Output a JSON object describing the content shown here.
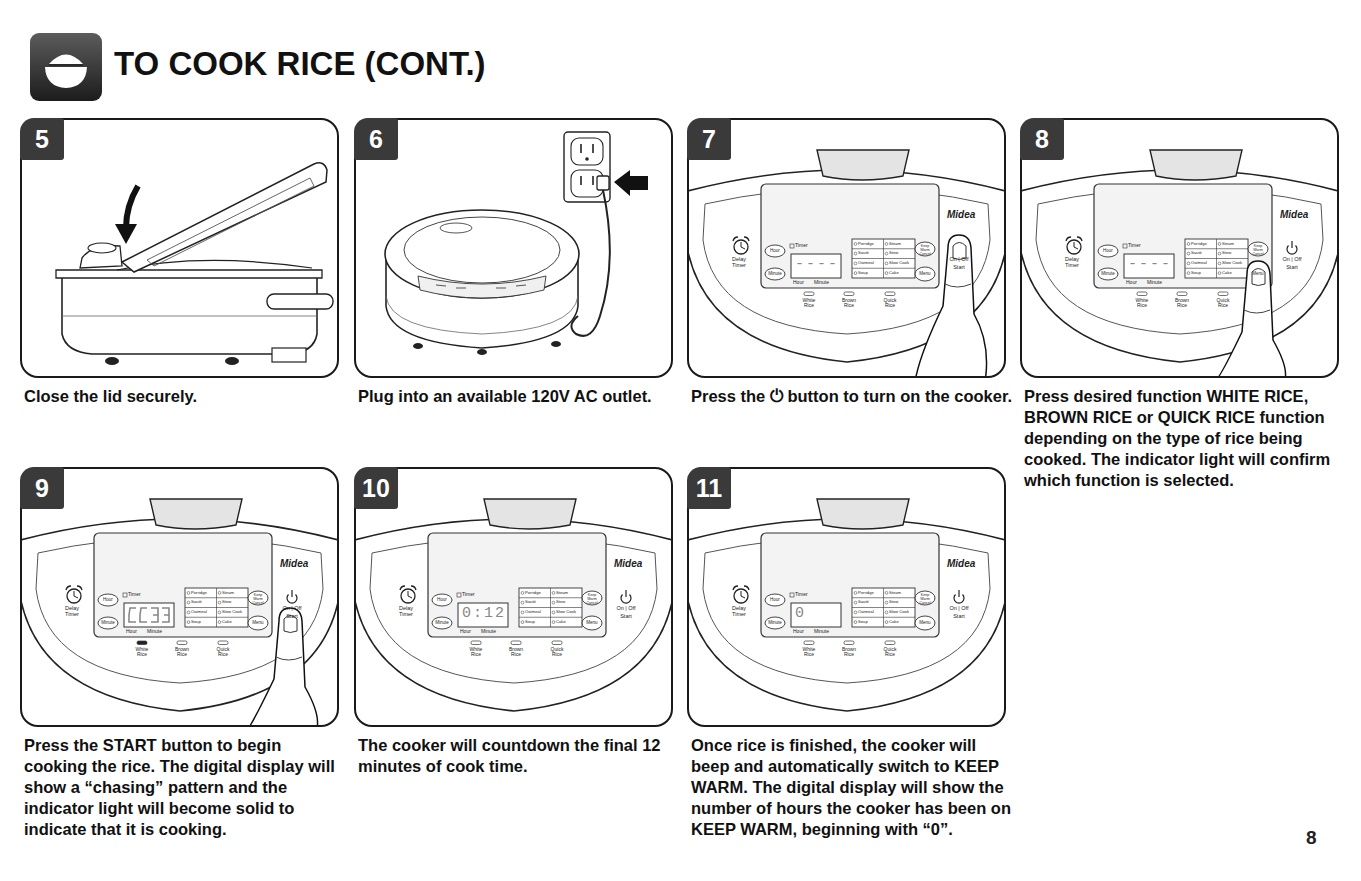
{
  "diagram": {
    "title": "TO COOK RICE (CONT.)",
    "nodes": [
      {
        "text": [
          "Close the lid securely."
        ]
      },
      {
        "text": [
          "5"
        ],
        "in": 0
      },
      {
        "text": [
          "Plug into an available 120V AC outlet."
        ]
      },
      {
        "text": [
          "6"
        ],
        "in": 2
      },
      {
        "text": [
          "Press the ⏻ button to turn on the cooker."
        ]
      },
      {
        "text": [
          "7"
        ],
        "in": 4
      },
      {
        "text": [
          "Press desired function WHITE RICE, BROWN RICE or QUICK RICE function depending on the type of rice being cooked. The indicator light will confirm which function is selected."
        ]
      },
      {
        "text": [
          "8"
        ],
        "in": 6
      },
      {
        "text": [
          "Press the START button to begin cooking the rice. The digital display will show a “chasing” pattern and the indicator light will become solid to indicate that it is cooking."
        ]
      },
      {
        "text": [
          "9"
        ],
        "in": 8
      },
      {
        "text": [
          "The cooker will countdown the final 12 minutes of cook time."
        ]
      },
      {
        "text": [
          "10"
        ],
        "in": 10
      },
      {
        "text": [
          "Once rice is finished, the cooker will beep and automatically switch to KEEP WARM. The digital display will show the number of hours the cooker has been on KEEP WARM, beginning with “0”."
        ]
      },
      {
        "text": [
          "11"
        ],
        "in": 12
      }
    ],
    "labels": [
      "Midea",
      "Delay Timer",
      "Hour",
      "Minute",
      "Timer",
      "Porridge",
      "Steam",
      "Sauté",
      "Stew",
      "Oatmeal",
      "Slow Cook",
      "Soup",
      "Cake",
      "Keep Warm Cancel",
      "Menu",
      "On | Off",
      "Start",
      "Hour",
      "Minute",
      "White Rice",
      "Brown Rice",
      "Quick Rice",
      "----",
      "Midea",
      "Delay Timer",
      "Hour",
      "Minute",
      "Timer",
      "Porridge",
      "Steam",
      "Sauté",
      "Stew",
      "Oatmeal",
      "Slow Cook",
      "Soup",
      "Cake",
      "Keep Warm Cancel",
      "Menu",
      "On | Off",
      "Start",
      "Hour",
      "Minute",
      "White Rice",
      "Brown Rice",
      "Quick Rice",
      "----",
      "Midea",
      "Delay Timer",
      "Hour",
      "Minute",
      "Timer",
      "Porridge",
      "Steam",
      "Sauté",
      "Stew",
      "Oatmeal",
      "Slow Cook",
      "Soup",
      "Cake",
      "Keep Warm Cancel",
      "Menu",
      "On | Off",
      "Start",
      "Hour",
      "Minute",
      "White Rice",
      "Brown Rice",
      "Quick Rice",
      "Midea",
      "Delay Timer",
      "Hour",
      "Minute",
      "Timer",
      "Porridge",
      "Steam",
      "Sauté",
      "Stew",
      "Oatmeal",
      "Slow Cook",
      "Soup",
      "Cake",
      "Keep Warm Cancel",
      "Menu",
      "On | Off",
      "Start",
      "Hour",
      "Minute",
      "White Rice",
      "Brown Rice",
      "Quick Rice",
      "0:12",
      "Midea",
      "Delay Timer",
      "Hour",
      "Minute",
      "Timer",
      "Porridge",
      "Steam",
      "Sauté",
      "Stew",
      "Oatmeal",
      "Slow Cook",
      "Soup",
      "Cake",
      "Keep Warm Cancel",
      "Menu",
      "On | Off",
      "Start",
      "Hour",
      "Minute",
      "White Rice",
      "Brown Rice",
      "Quick Rice",
      "0",
      "8"
    ]
  }
}
